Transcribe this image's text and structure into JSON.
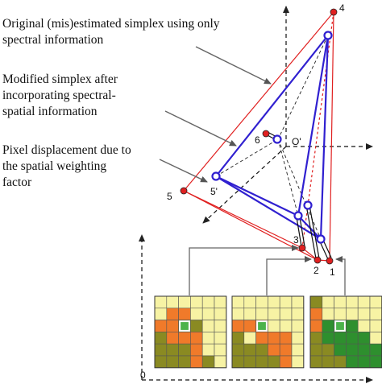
{
  "annotations": {
    "original": [
      "Original (mis)estimated simplex using only",
      "spectral information"
    ],
    "modified": [
      "Modified simplex after",
      "incorporating spectral-",
      "spatial information"
    ],
    "displacement": [
      "Pixel displacement due to",
      "the spatial weighting",
      "factor"
    ]
  },
  "vertex_labels": {
    "v1": "1",
    "v2": "2",
    "v3": "3",
    "v4": "4",
    "v5": "5",
    "v5p": "5'",
    "v6": "6",
    "origin_upper": "O'"
  },
  "axis_labels": {
    "origin_lower": "0"
  },
  "colors": {
    "original_simplex": "#e02020",
    "modified_simplex": "#3020d0",
    "grid_light": "#f7f3a4",
    "grid_orange": "#f07a2a",
    "grid_olive": "#8a8a22",
    "grid_green": "#2e8f2e",
    "grid_center": "#4bb34b"
  },
  "grids": [
    [
      "LLLLLL",
      "LOOLLL",
      "OOGVLL",
      "VOOOLL",
      "VVVOLL",
      "VVVOVL"
    ],
    [
      "LLLLLL",
      "LLLLLL",
      "OOOLLL",
      "VLOOOL",
      "VVVOOL",
      "VVVVOL"
    ],
    [
      "VLLLLL",
      "OLLLLL",
      "OGGGLL",
      "VGGGGL",
      "VVGGGG",
      "VVVGGG"
    ]
  ]
}
